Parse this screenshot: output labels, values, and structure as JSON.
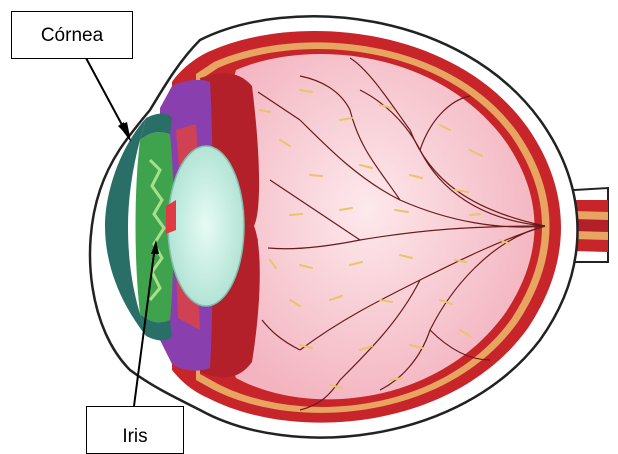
{
  "labels": {
    "cornea": "Córnea",
    "iris": "Iris"
  },
  "colors": {
    "sclera_outline": "#222222",
    "sclera_fill": "#ffffff",
    "choroid": "#c8252a",
    "retina_band": "#e7a561",
    "vitreous": "#f6c3cc",
    "vitreous_center": "#fbe2e6",
    "ciliary_body": "#b3202a",
    "iris_purple": "#8a3fae",
    "iris_green": "#3fa34d",
    "cornea_teal": "#2a6e68",
    "lens": "#c9f0e6",
    "blood_vessel": "#6b1a1a",
    "fiber_dash": "#e8c46a",
    "optic_nerve": "#e7a561"
  },
  "icons": {
    "eye_cross_section": "eye-cross-section-illustration"
  }
}
